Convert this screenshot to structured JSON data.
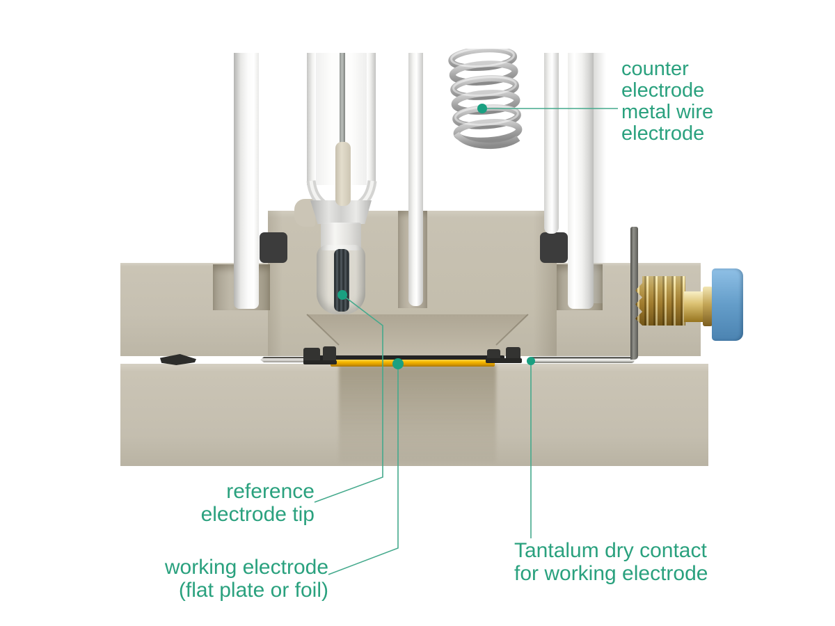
{
  "diagram": {
    "labels": {
      "counter_electrode": {
        "lines": [
          "counter",
          "electrode",
          "metal wire",
          "electrode"
        ]
      },
      "reference_tip": {
        "lines": [
          "reference",
          "electrode tip"
        ]
      },
      "working_electrode": {
        "lines": [
          "working electrode",
          "(flat plate or foil)"
        ]
      },
      "tantalum_contact": {
        "lines": [
          "Tantalum dry contact",
          "for working electrode"
        ]
      }
    },
    "colors": {
      "accent_green": "#2aa17e",
      "leader_line_green": "#44a98c",
      "marker_dot_green": "#1aa081",
      "body_beige": "#c6c0b1",
      "working_electrode_gold": "#f6b900",
      "tantalum_dark": "#232323",
      "brass_gold": "#dfc575",
      "connector_blue": "#649dc9",
      "seal_black": "#3c3c3c",
      "glass_gray": "#d9d9d7"
    }
  }
}
